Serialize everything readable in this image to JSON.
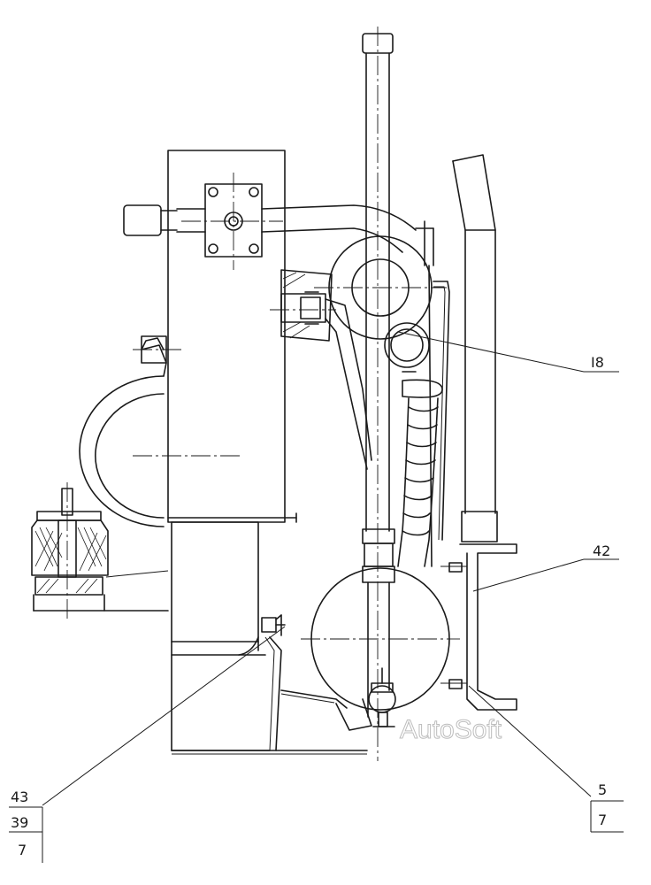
{
  "callouts": {
    "c18": "I8",
    "c42": "42",
    "c43_top": "43",
    "c43_mid": "39",
    "c43_bot": "7",
    "c5_top": "5",
    "c5_bot": "7"
  },
  "watermark": "AutoSoft",
  "colors": {
    "line": "#1a1a1a",
    "paper": "#ffffff",
    "watermark": "#bdbdbd"
  }
}
